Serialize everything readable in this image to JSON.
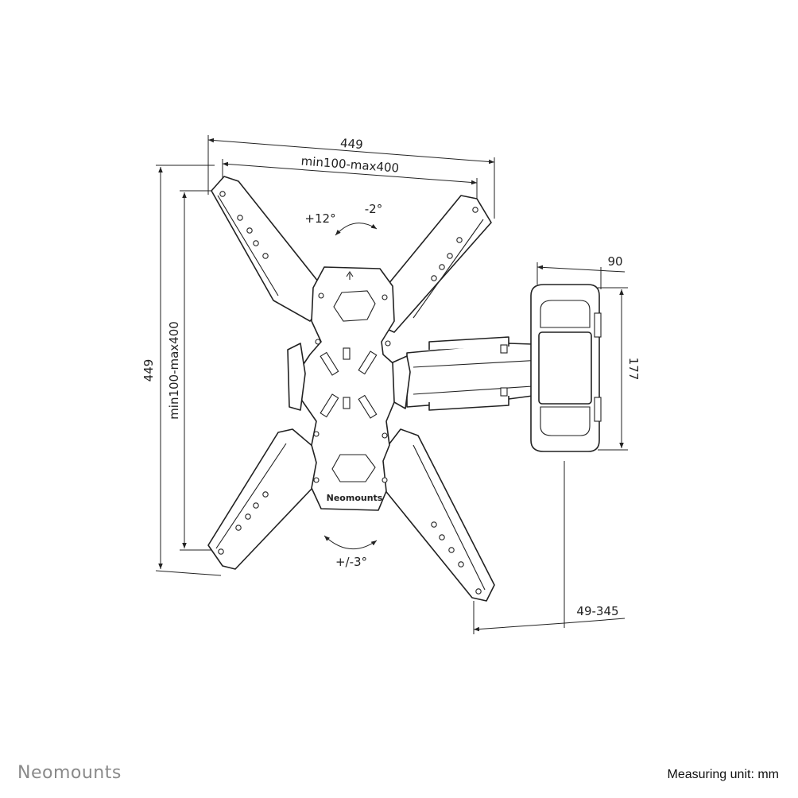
{
  "dimensions": {
    "width_overall": "449",
    "width_vesa": "min100-max400",
    "height_overall": "449",
    "height_vesa": "min100-max400",
    "wall_plate_depth": "90",
    "wall_plate_height": "177",
    "arm_extension": "49-345"
  },
  "angles": {
    "tilt_up": "+12°",
    "tilt_down": "-2°",
    "rotation": "+/-3°"
  },
  "product_label": "Neomounts",
  "footer": {
    "brand": "Neomounts",
    "unit_text": "Measuring unit: mm"
  }
}
